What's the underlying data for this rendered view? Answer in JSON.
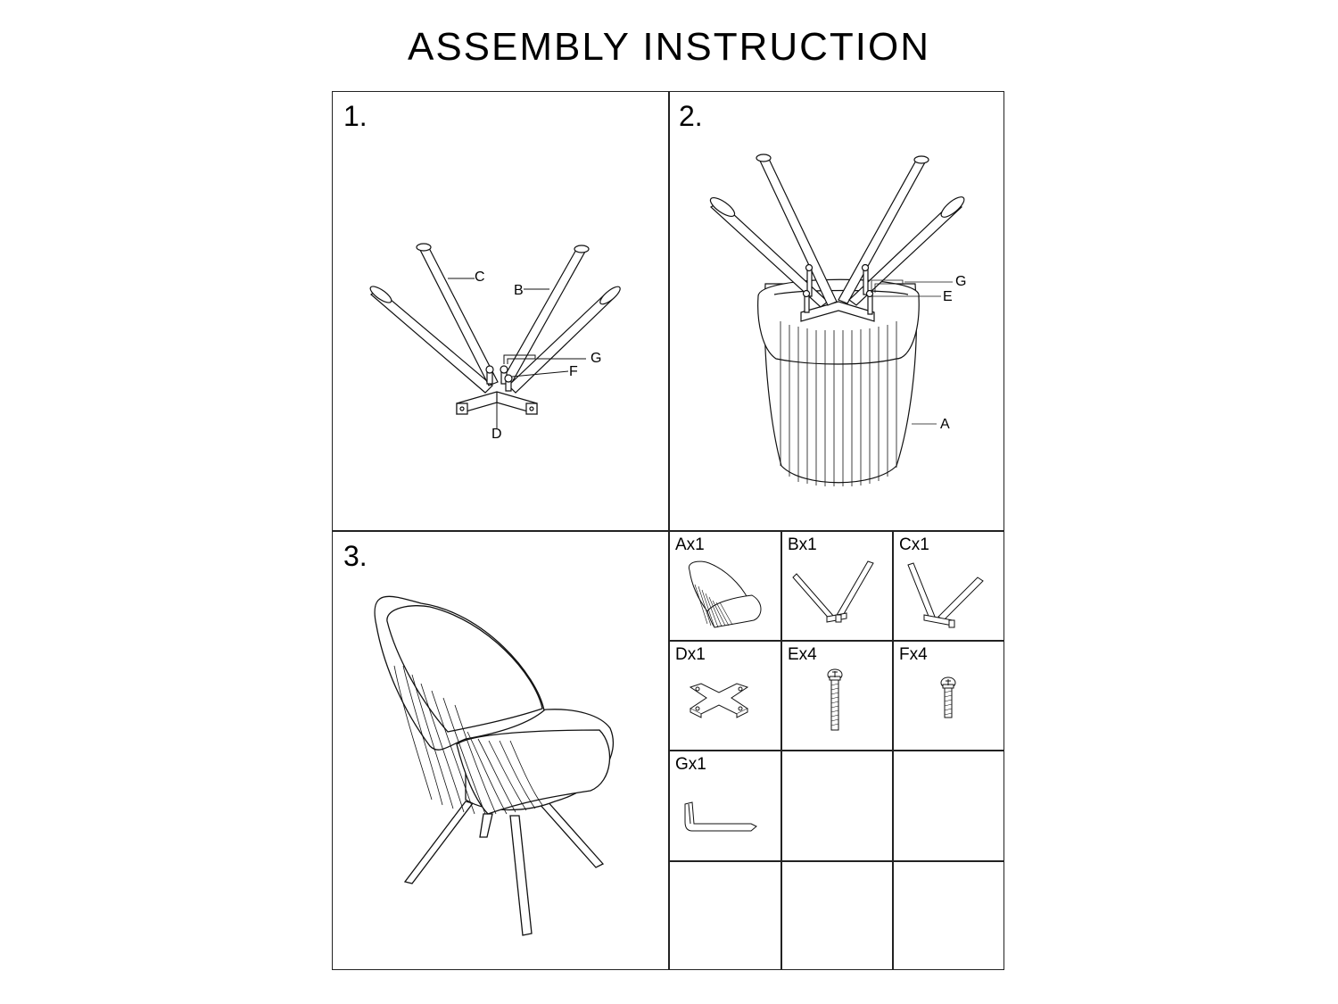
{
  "title": "ASSEMBLY INSTRUCTION",
  "steps": [
    {
      "number": "1.",
      "labels": [
        "C",
        "B",
        "G",
        "F",
        "D"
      ]
    },
    {
      "number": "2.",
      "labels": [
        "G",
        "E",
        "A"
      ]
    },
    {
      "number": "3."
    }
  ],
  "parts": [
    {
      "label": "Ax1",
      "icon": "chair-seat-icon"
    },
    {
      "label": "Bx1",
      "icon": "leg-frame-b-icon"
    },
    {
      "label": "Cx1",
      "icon": "leg-frame-c-icon"
    },
    {
      "label": "Dx1",
      "icon": "cross-plate-icon"
    },
    {
      "label": "Ex4",
      "icon": "long-bolt-icon"
    },
    {
      "label": "Fx4",
      "icon": "short-bolt-icon"
    },
    {
      "label": "Gx1",
      "icon": "allen-key-icon"
    }
  ]
}
